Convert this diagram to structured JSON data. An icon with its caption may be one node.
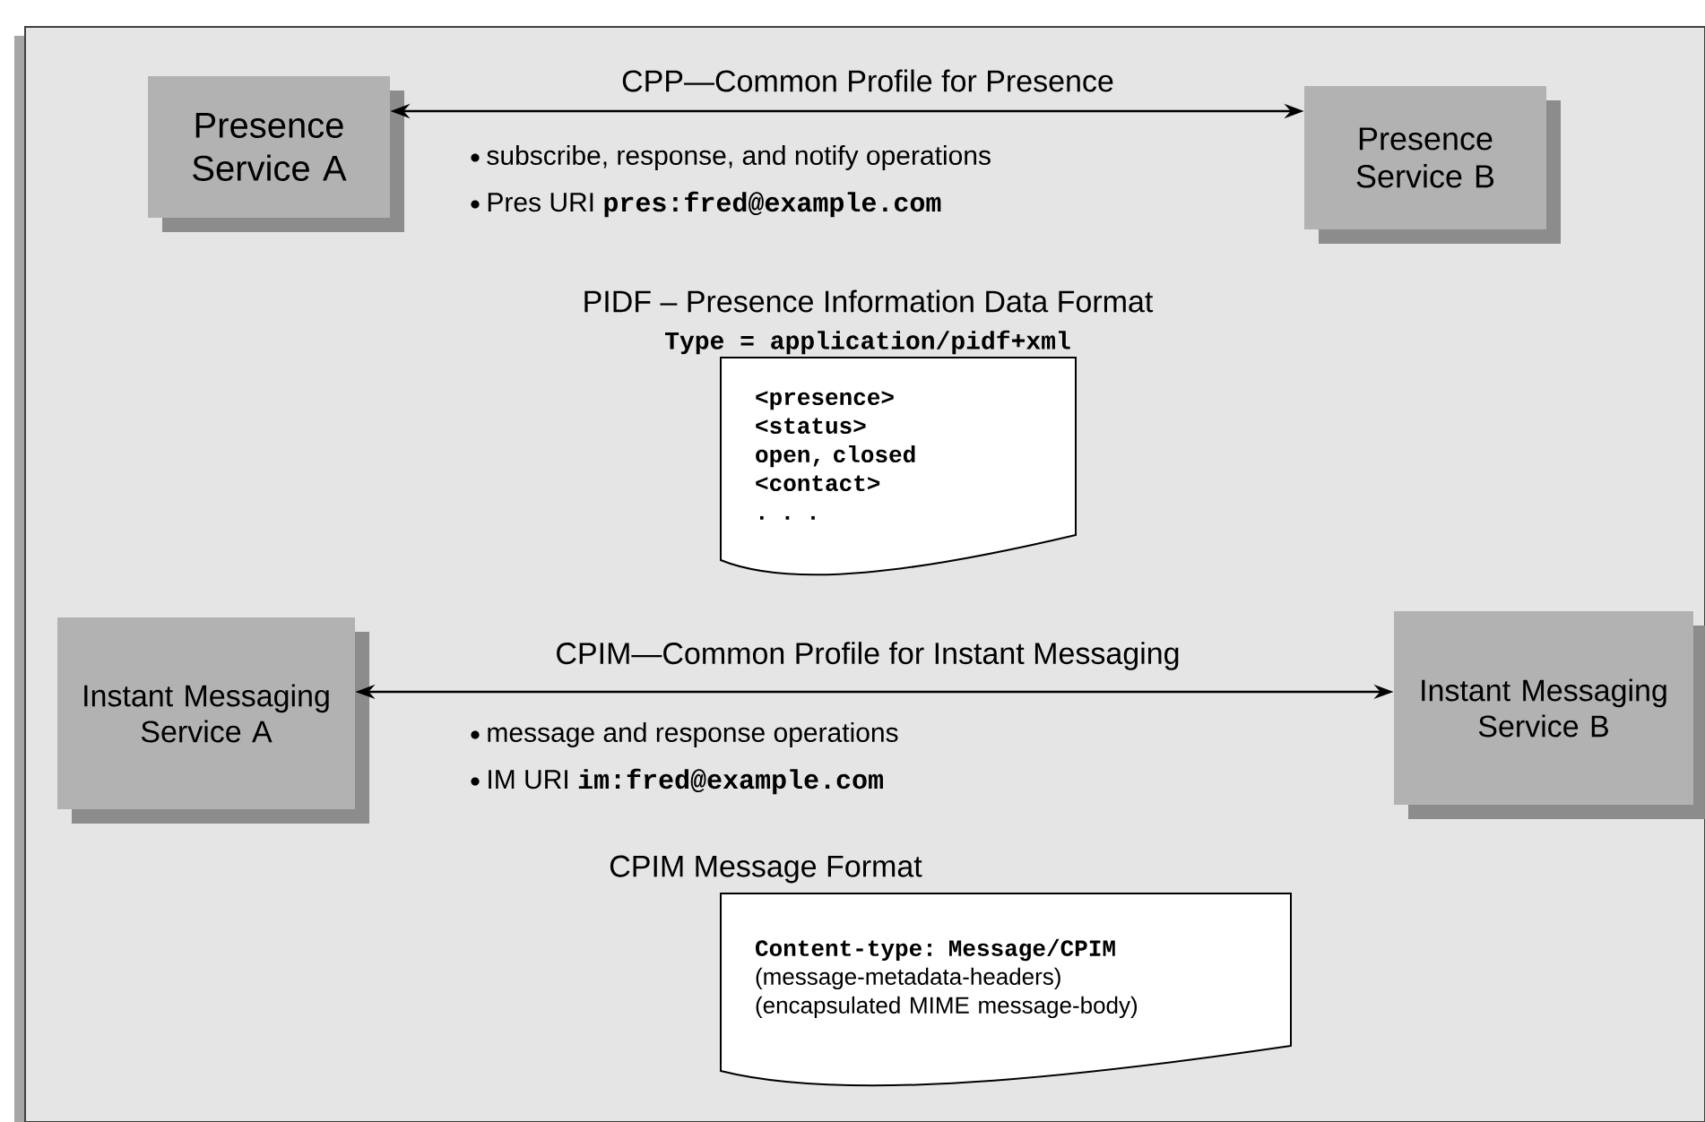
{
  "diagram": {
    "nodes": [
      {
        "text": [
          "Presence Service A"
        ]
      },
      {
        "text": [
          "Presence Service B"
        ]
      },
      {
        "text": [
          "<presence>",
          "<status>",
          "open, closed",
          "<contact>",
          ". . ."
        ]
      },
      {
        "text": [
          "Instant Messaging Service A"
        ]
      },
      {
        "text": [
          "Instant Messaging Service B"
        ]
      },
      {
        "text": [
          "Content-type: Message/CPIM",
          "(message-metadata-headers)",
          "(encapsulated MIME message-body)"
        ]
      }
    ],
    "edges": [
      {
        "from": 0,
        "to": 1,
        "arrow": "both",
        "label": "CPP—Common Profile for Presence"
      },
      {
        "from": 3,
        "to": 4,
        "arrow": "both",
        "label": "CPIM—Common Profile for Instant Messaging"
      }
    ],
    "labels": [
      "subscribe, response, and notify operations",
      "Pres URI",
      "pres:fred@example.com",
      "PIDF – Presence Information Data Format",
      "Type = application/pidf+xml",
      "message and response operations",
      "IM URI",
      "im:fred@example.com",
      "CPIM Message Format"
    ]
  }
}
